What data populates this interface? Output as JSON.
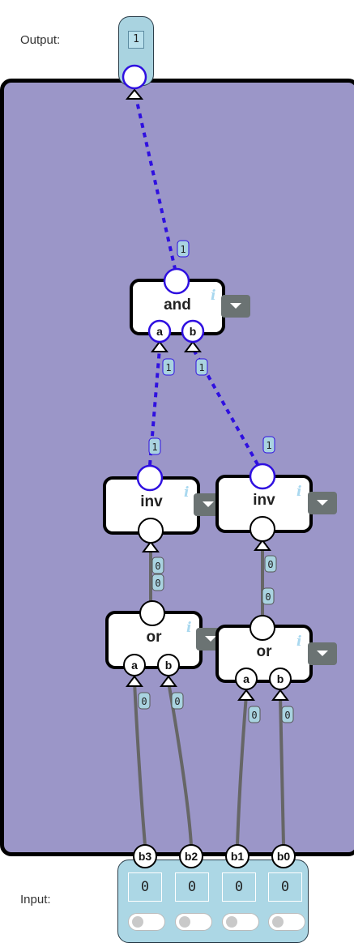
{
  "labels": {
    "output": "Output:",
    "input": "Input:"
  },
  "output": {
    "value": "1"
  },
  "inputs": [
    {
      "name": "b3",
      "value": "0"
    },
    {
      "name": "b2",
      "value": "0"
    },
    {
      "name": "b1",
      "value": "0"
    },
    {
      "name": "b0",
      "value": "0"
    }
  ],
  "gates": {
    "and": {
      "label": "and",
      "info": "i",
      "pin_a": "a",
      "pin_b": "b"
    },
    "inv_left": {
      "label": "inv",
      "info": "i"
    },
    "inv_right": {
      "label": "inv",
      "info": "i"
    },
    "or_left": {
      "label": "or",
      "info": "i",
      "pin_a": "a",
      "pin_b": "b"
    },
    "or_right": {
      "label": "or",
      "info": "i",
      "pin_a": "a",
      "pin_b": "b"
    }
  },
  "wire_values": {
    "and_to_output": "1",
    "and_a_in": "1",
    "and_b_in": "1",
    "inv_left_out": "1",
    "inv_right_out": "1",
    "inv_left_in_top": "0",
    "inv_left_in_bottom": "0",
    "inv_right_in_top": "0",
    "inv_right_in_bottom": "0",
    "or_left_a_in": "0",
    "or_left_b_in": "0",
    "or_right_a_in": "0",
    "or_right_b_in": "0"
  },
  "colors": {
    "active_wire": "#2f10e0",
    "inactive_wire": "#666666",
    "canvas": "#9b96c8",
    "io_box": "#acd7e5"
  }
}
